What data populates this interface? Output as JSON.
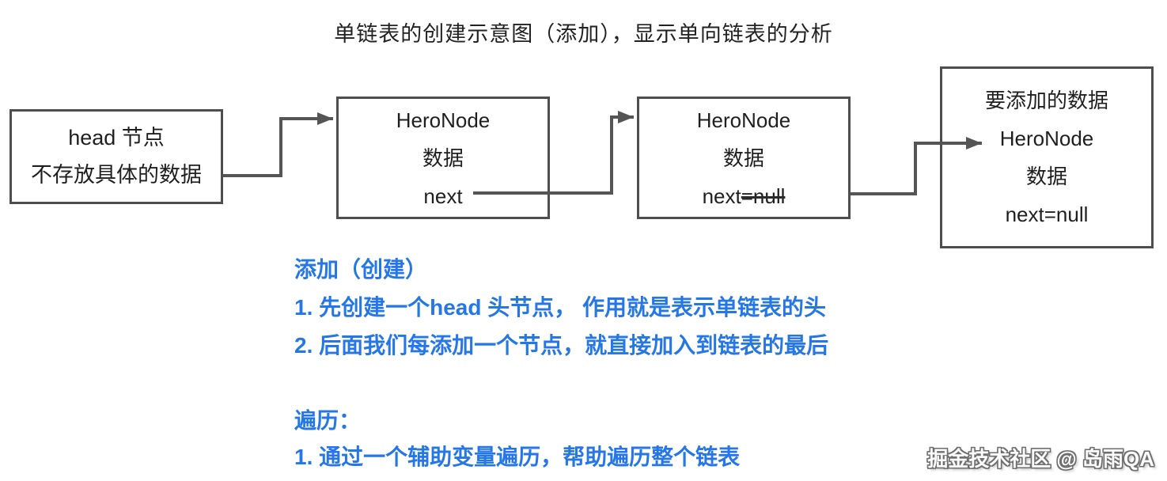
{
  "title": "单链表的创建示意图（添加），显示单向链表的分析",
  "diagram": {
    "nodes": {
      "head": {
        "line1": "head 节点",
        "line2": "不存放具体的数据"
      },
      "n1": {
        "line1": "HeroNode",
        "line2": "数据",
        "line3": "next"
      },
      "n2": {
        "line1": "HeroNode",
        "line2": "数据",
        "next_prefix": "next",
        "next_struck": "=null"
      },
      "new": {
        "line1": "要添加的数据",
        "line2": "HeroNode",
        "line3": "数据",
        "line4": "next=null"
      }
    },
    "edges": [
      {
        "from": "head-node",
        "to": "hero-node-1"
      },
      {
        "from": "hero-node-1.next",
        "to": "hero-node-2"
      },
      {
        "from": "hero-node-2.next",
        "to": "new-node"
      }
    ]
  },
  "notes": {
    "add": {
      "heading": "添加（创建）",
      "items": [
        "1. 先创建一个head 头节点， 作用就是表示单链表的头",
        "2. 后面我们每添加一个节点，就直接加入到链表的最后"
      ]
    },
    "traverse": {
      "heading": "遍历：",
      "items": [
        "1. 通过一个辅助变量遍历，帮助遍历整个链表"
      ]
    }
  },
  "watermark": "掘金技术社区 @ 岛雨QA",
  "colors": {
    "accent_blue": "#2577e6",
    "line_gray": "#555555",
    "border_gray": "#4e4e4e"
  }
}
